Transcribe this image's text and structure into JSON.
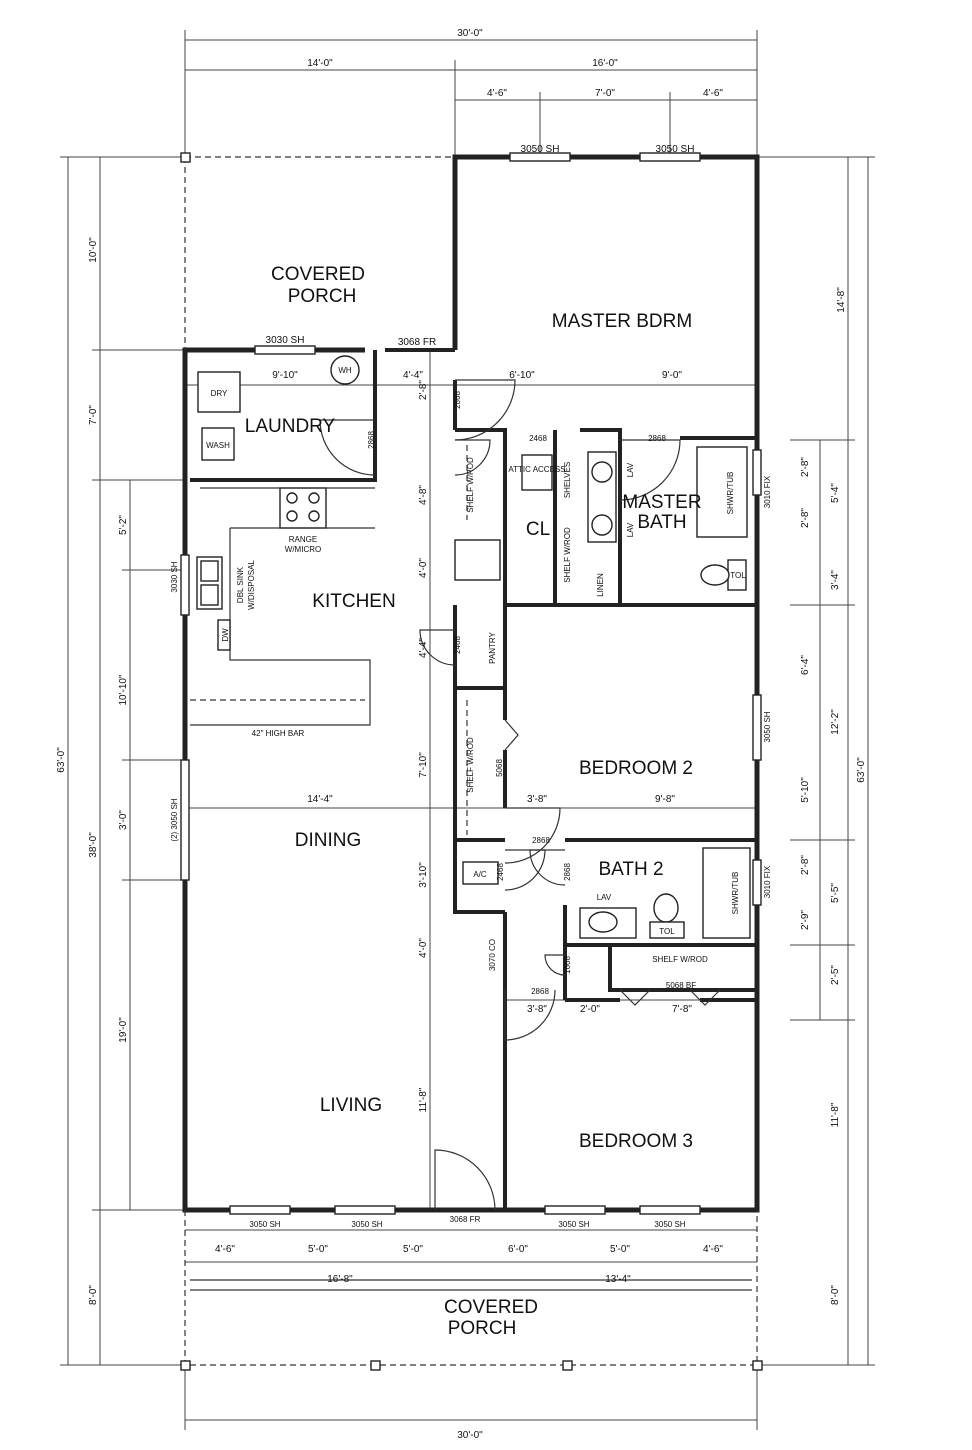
{
  "dims": {
    "overall_width_top": "30'-0\"",
    "overall_width_bottom": "30'-0\"",
    "top_left_run": "14'-0\"",
    "top_right_run": "16'-0\"",
    "top_sub_1": "4'-6\"",
    "top_sub_2": "7'-0\"",
    "top_sub_3": "4'-6\"",
    "left_overall": "63'-0\"",
    "left_porch": "10'-0\"",
    "left_laundry": "7'-0\"",
    "left_kitchen": "5'-2\"",
    "left_kitchen_total": "10'-10\"",
    "left_dining": "3'-0\"",
    "left_dining_living": "38'-0\"",
    "left_living": "19'-0\"",
    "left_front_porch": "8'-0\"",
    "right_overall": "63'-0\"",
    "right_master": "14'-8\"",
    "right_bath_1": "2'-8\"",
    "right_bath_2": "5'-4\"",
    "right_bath_3": "2'-8\"",
    "right_bath_4": "3'-4\"",
    "right_bed2_1": "6'-4\"",
    "right_bed2_total": "12'-2\"",
    "right_bed2_2": "5'-10\"",
    "right_bath2_1": "2'-8\"",
    "right_bath2_total": "5'-5\"",
    "right_bath2_2": "2'-9\"",
    "right_shelf": "2'-5\"",
    "right_bed3": "11'-8\"",
    "right_front_porch": "8'-0\"",
    "laundry_w": "9'-10\"",
    "laundry_hall": "4'-4\"",
    "master_hall": "6'-10\"",
    "master_w": "9'-0\"",
    "hall_v1": "4'-8\"",
    "hall_v2": "4'-0\"",
    "hall_v3": "4'-4\"",
    "hall_v4": "7'-10\"",
    "dining_w": "14'-4\"",
    "closet_w": "3'-8\"",
    "bed2_w": "9'-8\"",
    "hall_v5": "3'-10\"",
    "hall_v6": "4'-0\"",
    "bed3_a": "3'-8\"",
    "bed3_b": "2'-0\"",
    "bed3_c": "7'-8\"",
    "living_depth": "11'-8\"",
    "stair_small": "2'-8\"",
    "porch_sub_1": "4'-6\"",
    "porch_sub_2": "5'-0\"",
    "porch_sub_3": "5'-0\"",
    "porch_sub_4": "6'-0\"",
    "porch_sub_5": "5'-0\"",
    "porch_sub_6": "4'-6\"",
    "porch_left": "16'-8\"",
    "porch_right": "13'-4\""
  },
  "rooms": {
    "covered_porch_back_l1": "COVERED",
    "covered_porch_back_l2": "PORCH",
    "master_bdrm": "MASTER BDRM",
    "laundry": "LAUNDRY",
    "kitchen": "KITCHEN",
    "cl": "CL",
    "master_bath_l1": "MASTER",
    "master_bath_l2": "BATH",
    "dining": "DINING",
    "bedroom2": "BEDROOM 2",
    "bath2": "BATH 2",
    "living": "LIVING",
    "bedroom3": "BEDROOM 3",
    "covered_porch_front_l1": "COVERED",
    "covered_porch_front_l2": "PORCH"
  },
  "labels": {
    "win_top_1": "3050 SH",
    "win_top_2": "3050 SH",
    "win_laundry": "3030 SH",
    "door_back": "3068 FR",
    "wh": "WH",
    "dry": "DRY",
    "wash": "WASH",
    "door_laundry": "2868",
    "door_master": "2868",
    "door_hall_2468": "2468",
    "door_master_bath": "2868",
    "shelf_rod_1": "SHELF W/ROD",
    "attic": "ATTIC ACCESS",
    "shelves": "SHELVES",
    "lav_1": "LAV",
    "lav_2": "LAV",
    "shelf_rod_2": "SHELF W/ROD",
    "linen": "LINEN",
    "shwr_tub_1": "SHWR/TUB",
    "tol_1": "TOL",
    "win_3010_1": "3010 FIX",
    "range": "RANGE",
    "range2": "W/MICRO",
    "dbl_sink": "DBL SINK",
    "dbl_sink2": "W/DISPOSAL",
    "win_kitchen": "3030 SH",
    "dw": "DW",
    "door_pantry": "2468",
    "pantry": "PANTRY",
    "high_bar": "42\" HIGH BAR",
    "shelf_rod_3": "SHELF W/ROD",
    "door_5068": "5068",
    "win_bed2": "3050 SH",
    "win_dining": "(2) 3050 SH",
    "door_hall_2868": "2868",
    "ac": "A/C",
    "door_ac": "2468",
    "door_bath2": "2868",
    "lav_3": "LAV",
    "tol_2": "TOL",
    "shwr_tub_2": "SHWR/TUB",
    "win_3010_2": "3010 FIX",
    "coat_door": "3070 CO",
    "door_1668": "1668",
    "shelf_rod_4": "SHELF W/ROD",
    "door_bed3": "2868",
    "bifold": "5068 BF",
    "win_front_1": "3050 SH",
    "win_front_2": "3050 SH",
    "door_front": "3068 FR",
    "win_front_3": "3050 SH",
    "win_front_4": "3050 SH"
  }
}
